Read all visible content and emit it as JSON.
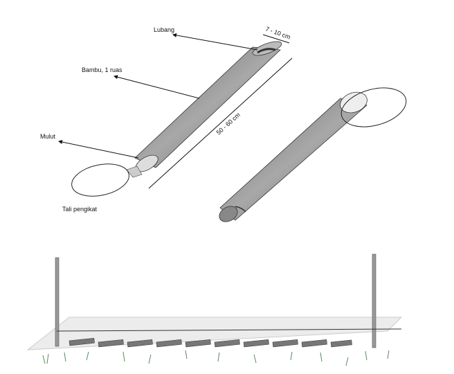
{
  "labels": {
    "hole": "Lubang",
    "diameter": "7 - 10 cm",
    "bamboo": "Bambu, 1 ruas",
    "length": "50 - 60 cm",
    "mouth": "Mulut",
    "rope": "Tali pengikat"
  },
  "colors": {
    "tube": "#8a8a8a",
    "tube_dark": "#5e5e5e",
    "ground": "#e6e6e6"
  }
}
